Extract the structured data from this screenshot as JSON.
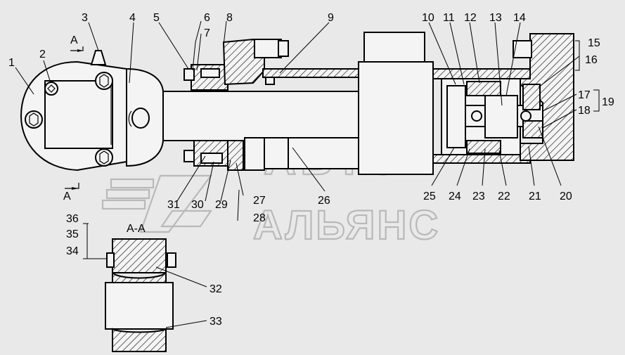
{
  "watermark": {
    "line1": "АВТО",
    "line2": "АЛЬЯНС"
  },
  "callouts": {
    "n1": "1",
    "n2": "2",
    "n3": "3",
    "n4": "4",
    "n5": "5",
    "n6": "6",
    "n7": "7",
    "n8": "8",
    "n9": "9",
    "n10": "10",
    "n11": "11",
    "n12": "12",
    "n13": "13",
    "n14": "14",
    "n15": "15",
    "n16": "16",
    "n17": "17",
    "n18": "18",
    "n19": "19",
    "n20": "20",
    "n21": "21",
    "n22": "22",
    "n23": "23",
    "n24": "24",
    "n25": "25",
    "n26": "26",
    "n27": "27",
    "n28": "28",
    "n29": "29",
    "n30": "30",
    "n31": "31",
    "n32": "32",
    "n33": "33",
    "n34": "34",
    "n35": "35",
    "n36": "36"
  },
  "section": {
    "marker": "А",
    "view_title": "А-А"
  },
  "colors": {
    "background": "#e9e9e9",
    "line": "#000000",
    "watermark": "#b9b9b9"
  }
}
